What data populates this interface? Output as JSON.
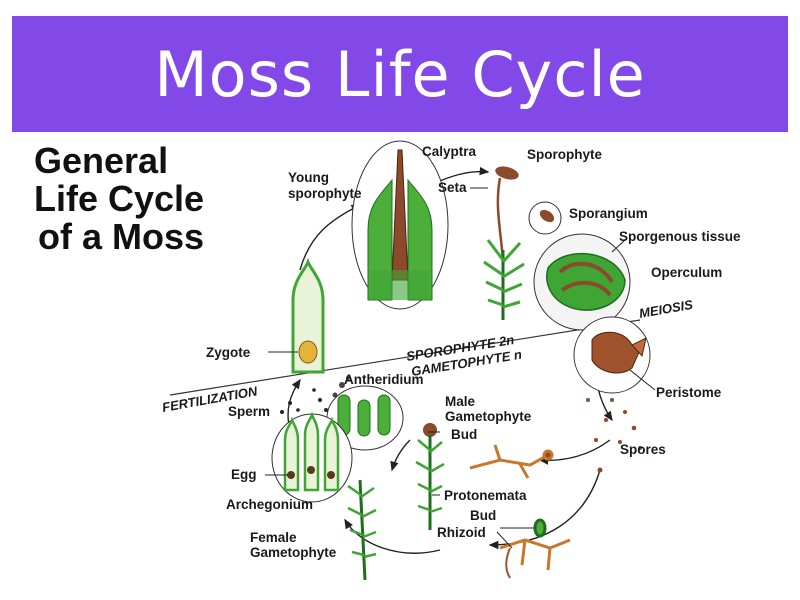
{
  "slide": {
    "title": "Moss Life Cycle",
    "title_bar_color": "#8249E8"
  },
  "heading": {
    "line1": "General",
    "line2": "Life Cycle",
    "line3": "of a Moss"
  },
  "labels": {
    "calyptra": "Calyptra",
    "sporophyte": "Sporophyte",
    "young_sporophyte_1": "Young",
    "young_sporophyte_2": "sporophyte",
    "seta": "Seta",
    "sporangium": "Sporangium",
    "sporogenous_tissue": "Sporgenous tissue",
    "operculum": "Operculum",
    "meiosis": "MEIOSIS",
    "sporophyte_2n": "SPOROPHYTE 2n",
    "gametophyte_n": "GAMETOPHYTE n",
    "zygote": "Zygote",
    "antheridium": "Antheridium",
    "fertilization": "FERTILIZATION",
    "sperm": "Sperm",
    "male_gametophyte_1": "Male",
    "male_gametophyte_2": "Gametophyte",
    "bud_upper": "Bud",
    "peristome": "Peristome",
    "spores": "Spores",
    "egg": "Egg",
    "archegonium": "Archegonium",
    "protonemata": "Protonemata",
    "bud_lower": "Bud",
    "rhizoid": "Rhizoid",
    "female_gametophyte_1": "Female",
    "female_gametophyte_2": "Gametophyte"
  },
  "colors": {
    "title_text": "#FFFFFF",
    "plant_green": "#3FA535",
    "plant_dark_green": "#1E6E1E",
    "sporophyte_brown": "#8B4A2B",
    "cell_fill": "#E9F3D8",
    "arrow": "#222222"
  }
}
